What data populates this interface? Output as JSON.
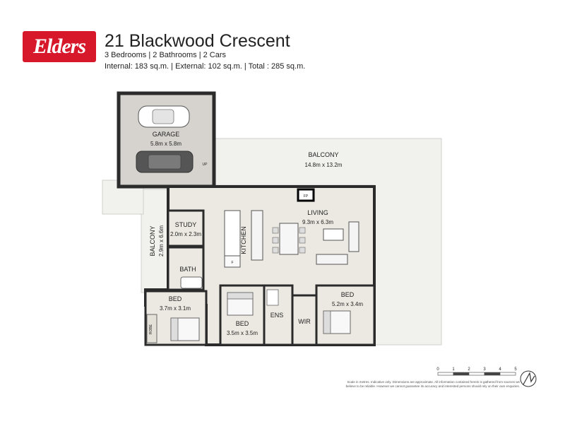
{
  "brand": {
    "logo_text": "Elders",
    "color": "#d7182a"
  },
  "property": {
    "address": "21 Blackwood Crescent",
    "summary": "3 Bedrooms  |  2 Bathrooms  |  2 Cars",
    "areas": "Internal:  183 sq.m.  |  External:  102 sq.m.  |   Total : 285 sq.m."
  },
  "rooms": {
    "garage": {
      "name": "GARAGE",
      "size": "5.8m x 5.8m"
    },
    "balcony_main": {
      "name": "BALCONY",
      "size": "14.8m x 13.2m"
    },
    "living": {
      "name": "LIVING",
      "size": "9.3m x 6.3m"
    },
    "study": {
      "name": "STUDY",
      "size": "2.0m x 2.3m"
    },
    "kitchen": {
      "name": "KITCHEN"
    },
    "balcony_side": {
      "name": "BALCONY",
      "size": "2.9m x 6.6m"
    },
    "bath": {
      "name": "BATH"
    },
    "bed1": {
      "name": "BED",
      "size": "3.7m x 3.1m"
    },
    "bed2": {
      "name": "BED",
      "size": "3.5m x 3.5m"
    },
    "bed3": {
      "name": "BED",
      "size": "5.2m x 3.4m"
    },
    "ens": {
      "name": "ENS"
    },
    "wir": {
      "name": "WIR"
    },
    "robe": {
      "name": "ROBE"
    }
  },
  "labels": {
    "fp": "FP",
    "fridge": "F",
    "up": "UP"
  },
  "scale": {
    "ticks": [
      "0",
      "1",
      "2",
      "3",
      "4",
      "5"
    ]
  },
  "disclaimer": "Scale in metres. Indicative only. Dimensions are approximate. All information contained herein is gathered from sources we believe to be reliable. However we cannot guarantee its accuracy and interested persons should rely on their own enquiries.",
  "colors": {
    "floor": "#ece9e2",
    "deck": "#f1f1ee",
    "wall": "#2b2b2b",
    "garage_floor": "#d6d3ce"
  }
}
